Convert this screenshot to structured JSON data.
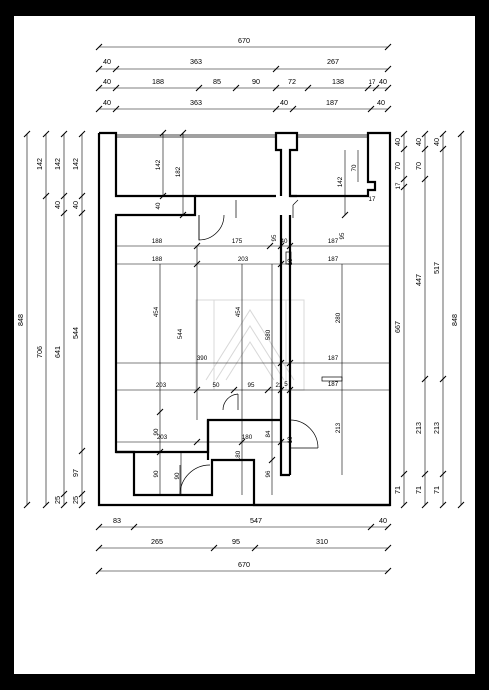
{
  "outer_dims": {
    "top_total": "670",
    "top_row2": [
      "40",
      "363",
      "267"
    ],
    "top_row3": [
      "40",
      "188",
      "85",
      "90",
      "72",
      "138",
      "17",
      "40"
    ],
    "top_row4": [
      "40",
      "363",
      "40",
      "187",
      "40"
    ],
    "bottom_row1": [
      "83",
      "547",
      "40"
    ],
    "bottom_row2": [
      "265",
      "95",
      "310"
    ],
    "bottom_total": "670",
    "left_col_outer": "848",
    "left_col_2": [
      "142",
      "706"
    ],
    "left_col_3": [
      "142",
      "40",
      "641",
      "25"
    ],
    "left_col_4": [
      "142",
      "40",
      "544",
      "97",
      "25"
    ],
    "right_col_1": [
      "40",
      "70",
      "17",
      "667",
      "71"
    ],
    "right_col_2": [
      "40",
      "70",
      "447",
      "213",
      "71"
    ],
    "right_col_3": [
      "40",
      "517",
      "213",
      "71"
    ],
    "right_col_outer": "848"
  },
  "inner_dims": {
    "top_left_room": [
      "142",
      "182",
      "40"
    ],
    "top_right_room": [
      "70",
      "142",
      "17"
    ],
    "row_a": [
      "188",
      "175",
      "95",
      "40",
      "187",
      "95"
    ],
    "row_b": [
      "188",
      "203",
      "10",
      "187"
    ],
    "main_vertical": [
      "454",
      "544",
      "454",
      "580",
      "280"
    ],
    "row_c": [
      "390",
      "187"
    ],
    "row_d": [
      "203",
      "50",
      "95",
      "22",
      "187",
      "5"
    ],
    "lower": [
      "90",
      "203",
      "180",
      "10",
      "213",
      "84",
      "180",
      "90",
      "96",
      "90"
    ]
  }
}
